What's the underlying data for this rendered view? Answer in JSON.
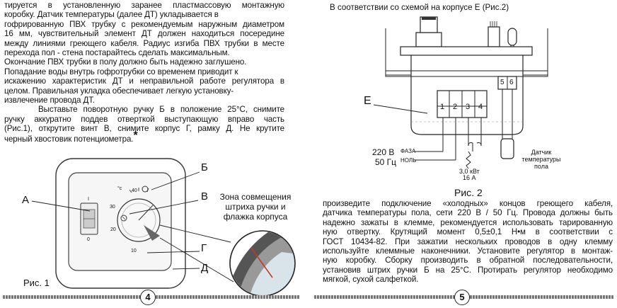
{
  "left": {
    "paragraph_lines": [
      "тируется в установленную заранее пластмассовую монтажную",
      "коробку. Датчик температуры (далее ДТ) укладывается в",
      "гофрированную ПВХ трубку с рекомендуемым наружным диаметром",
      "16 мм, чувствительный элемент ДТ должен находиться посередине",
      "между линиями греющего кабеля. Радиус изгиба ПВХ трубки в месте",
      "перехода пол - стена постарайтесь сделать максимальным.",
      "Окончание ПВХ трубки в полу должно быть надежно заглушено.",
      "Попадание воды внутрь гофротрубки со временем приводит к",
      "искажению  характеристик ДТ и неправильной работе регулятора в",
      "целом. Правильная укладка обеспечивает легкую установку-",
      "извлечение провода ДТ.",
      "Выставьте поворотную ручку Б в положение  25°С, снимите",
      "ручку аккуратно поддев отверткой выступающую вправо часть",
      "(Рис.1), открутите винт В, снимите корпус Г, рамку Д. Не крутите",
      "черный хвостовик потенциометра."
    ],
    "asterisk": "*",
    "figure": {
      "label_A": "А",
      "label_B": "Б",
      "label_V": "В",
      "label_G": "Г",
      "label_D": "Д",
      "zone_caption_lines": [
        "Зона совмещения",
        "штриха ручки и",
        "флажка корпуса"
      ],
      "dial_unit": "°c",
      "dial_ticks": [
        "10",
        "20",
        "30",
        "40"
      ],
      "switch_on": "I",
      "switch_off": "0",
      "caption": "Рис. 1"
    },
    "page_number": "4"
  },
  "right": {
    "heading": "В соответствии со схемой на корпусе Е (Рис.2)",
    "figure": {
      "label_E": "Е",
      "terminals_main": [
        "1",
        "2",
        "3",
        "4"
      ],
      "terminals_sensor": [
        "5",
        "6"
      ],
      "voltage": "220 В",
      "frequency": "50 Гц",
      "phase": "ФАЗА",
      "neutral": "НОЛЬ",
      "load_power": "3,0 кВт",
      "load_current": "16 А",
      "sensor_lines": [
        "Датчик",
        "температуры",
        "пола"
      ],
      "caption": "Рис. 2"
    },
    "paragraph_lines": [
      "произведите подключение «холодных» концов греющего кабеля,",
      "датчика температуры пола, сети 220 В / 50 Гц. Провода должны быть",
      "надежно зажаты в клемме, рекомендуется использовать тарированную",
      "ную отвертку. Крутящий момент 0,5±0,1 Н•м в соответствии с",
      "ГОСТ 10434-82. При зажатии нескольких проводов в одну клемму",
      "используйте клеммные наконечники. Установите регулятор в монтаж-",
      "ную коробку. Сборку производить в обратной последовательности,",
      "установив штрих ручки Б на 25°С. Протирать регулятор необходимо",
      "мягкой, сухой салфеткой."
    ],
    "page_number": "5"
  }
}
